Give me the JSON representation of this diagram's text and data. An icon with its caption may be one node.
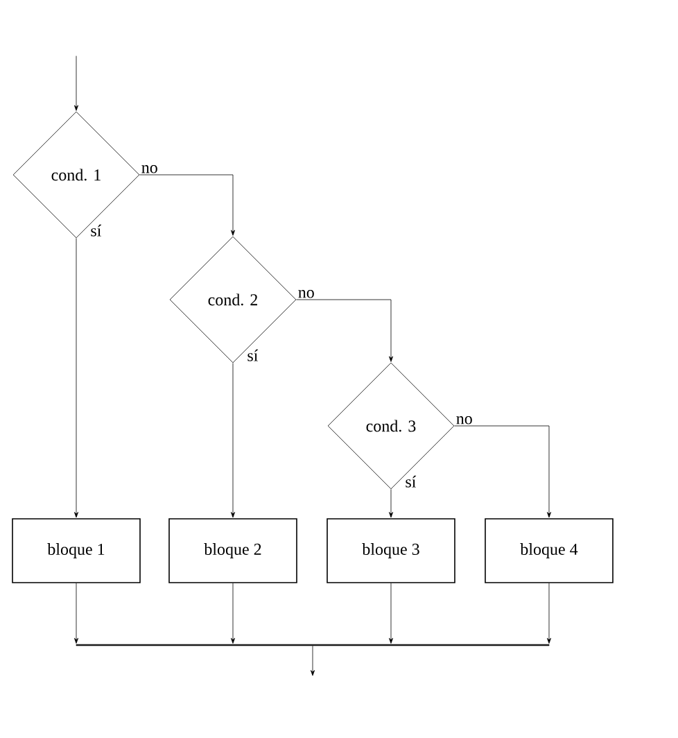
{
  "diagram": {
    "nodes": [
      {
        "text": [
          "cond. 1"
        ]
      },
      {
        "text": [
          "cond. 2"
        ]
      },
      {
        "text": [
          "cond. 3"
        ]
      },
      {
        "text": [
          "bloque 1"
        ]
      },
      {
        "text": [
          "bloque 2"
        ]
      },
      {
        "text": [
          "bloque 3"
        ]
      },
      {
        "text": [
          "bloque 4"
        ]
      },
      {
        "text": [],
        "shape": "bar"
      }
    ],
    "edges": [
      {
        "from": null,
        "to": 0,
        "arrow": "to"
      },
      {
        "from": 0,
        "to": 1,
        "arrow": "to",
        "label": "no"
      },
      {
        "from": 0,
        "to": 3,
        "arrow": "to",
        "label": "sí"
      },
      {
        "from": 1,
        "to": 2,
        "arrow": "to",
        "label": "no"
      },
      {
        "from": 1,
        "to": 4,
        "arrow": "to",
        "label": "sí"
      },
      {
        "from": 2,
        "to": 6,
        "arrow": "to",
        "label": "no"
      },
      {
        "from": 2,
        "to": 5,
        "arrow": "to",
        "label": "sí"
      },
      {
        "from": 3,
        "to": 7,
        "arrow": "to"
      },
      {
        "from": 4,
        "to": 7,
        "arrow": "to"
      },
      {
        "from": 5,
        "to": 7,
        "arrow": "to"
      },
      {
        "from": 6,
        "to": 7,
        "arrow": "to"
      },
      {
        "from": 7,
        "to": null,
        "arrow": "to"
      }
    ]
  }
}
